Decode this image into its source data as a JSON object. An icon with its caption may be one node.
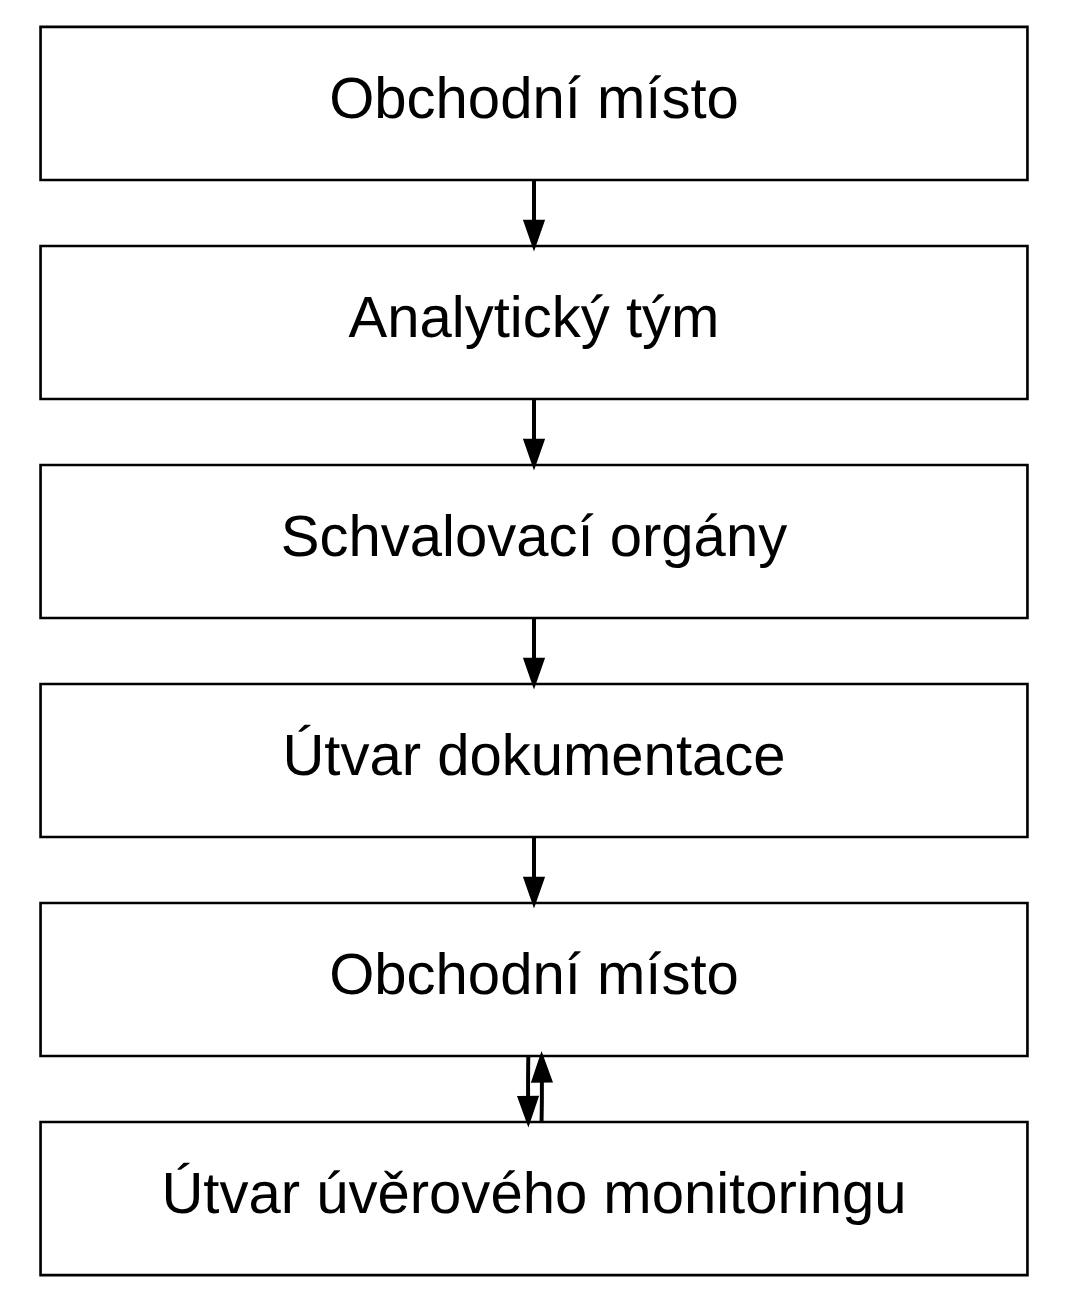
{
  "diagram": {
    "nodes": [
      {
        "text": [
          "Obchodní místo"
        ]
      },
      {
        "text": [
          "Analytický tým"
        ]
      },
      {
        "text": [
          "Schvalovací orgány"
        ]
      },
      {
        "text": [
          "Útvar dokumentace"
        ]
      },
      {
        "text": [
          "Obchodní místo"
        ]
      },
      {
        "text": [
          "Útvar úvěrového monitoringu"
        ]
      }
    ],
    "edges": [
      {
        "from": 0,
        "to": 1,
        "arrow": "to"
      },
      {
        "from": 1,
        "to": 2,
        "arrow": "to"
      },
      {
        "from": 2,
        "to": 3,
        "arrow": "to"
      },
      {
        "from": 3,
        "to": 4,
        "arrow": "to"
      },
      {
        "from": 4,
        "to": 5,
        "arrow": "to"
      },
      {
        "from": 5,
        "to": 4,
        "arrow": "to"
      }
    ]
  }
}
